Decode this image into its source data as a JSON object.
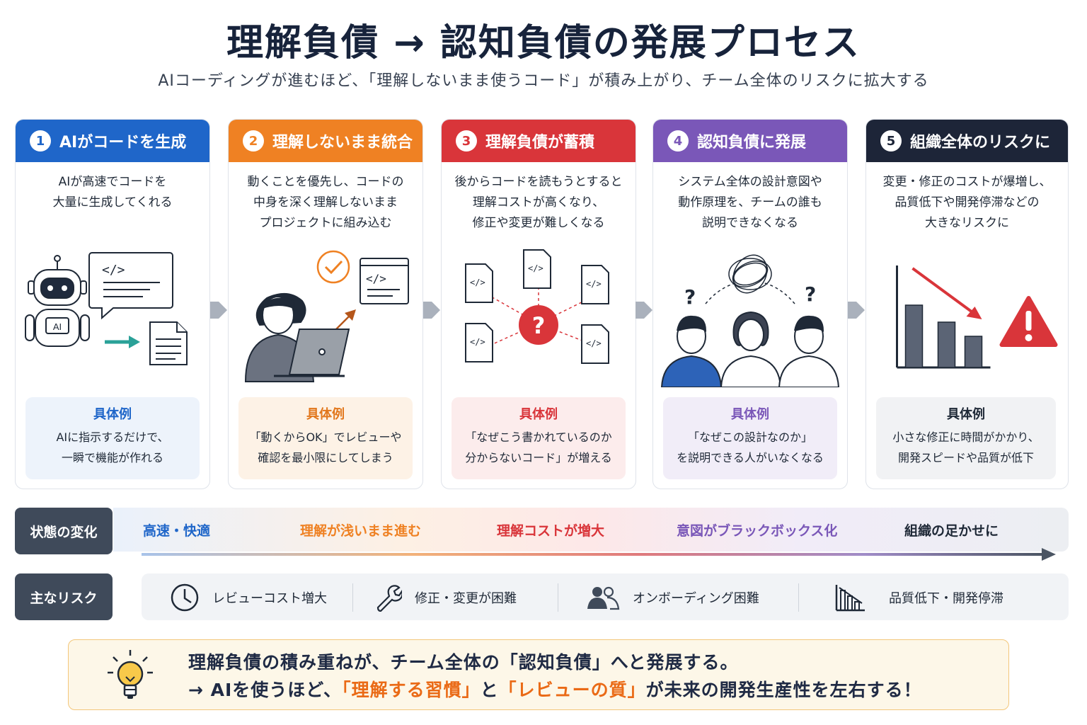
{
  "title": "理解負債 → 認知負債の発展プロセス",
  "subtitle": "AIコーディングが進むほど、「理解しないまま使うコード」が積み上がり、チーム全体のリスクに拡大する",
  "steps": [
    {
      "num": "1",
      "title": "AIがコードを生成",
      "color": "#1f66c9",
      "desc": [
        "AIが高速でコードを",
        "大量に生成してくれる"
      ],
      "example_label": "具体例",
      "example_lines": [
        "AIに指示するだけで、",
        "一瞬で機能が作れる"
      ],
      "example_bg": "#edf3fb",
      "label_color": "#1f66c9",
      "robot_label": "AI"
    },
    {
      "num": "2",
      "title": "理解しないまま統合",
      "color": "#ef8123",
      "desc": [
        "動くことを優先し、コードの",
        "中身を深く理解しないまま",
        "プロジェクトに組み込む"
      ],
      "example_label": "具体例",
      "example_lines": [
        "「動くからOK」でレビューや",
        "確認を最小限にしてしまう"
      ],
      "example_bg": "#fdf2e6",
      "label_color": "#e2771c"
    },
    {
      "num": "3",
      "title": "理解負債が蓄積",
      "color": "#d9353a",
      "desc": [
        "後からコードを読もうとすると",
        "理解コストが高くなり、",
        "修正や変更が難しくなる"
      ],
      "example_label": "具体例",
      "example_lines": [
        "「なぜこう書かれているのか",
        "分からないコード」が増える"
      ],
      "example_bg": "#fcecec",
      "label_color": "#d9353a"
    },
    {
      "num": "4",
      "title": "認知負債に発展",
      "color": "#7a57b8",
      "desc": [
        "システム全体の設計意図や",
        "動作原理を、チームの誰も",
        "説明できなくなる"
      ],
      "example_label": "具体例",
      "example_lines": [
        "「なぜこの設計なのか」",
        "を説明できる人がいなくなる"
      ],
      "example_bg": "#f1edf8",
      "label_color": "#7a57b8"
    },
    {
      "num": "5",
      "title": "組織全体のリスクに",
      "color": "#1d2538",
      "desc": [
        "変更・修正のコストが爆増し、",
        "品質低下や開発停滞などの",
        "大きなリスクに"
      ],
      "example_label": "具体例",
      "example_lines": [
        "小さな修正に時間がかかり、",
        "開発スピードや品質が低下"
      ],
      "example_bg": "#f1f2f4",
      "label_color": "#1f2937"
    }
  ],
  "state_row": {
    "label": "状態の変化",
    "items": [
      {
        "text": "高速・快適",
        "color": "#1f66c9"
      },
      {
        "text": "理解が浅いまま進む",
        "color": "#ef8123"
      },
      {
        "text": "理解コストが増大",
        "color": "#d9353a"
      },
      {
        "text": "意図がブラックボックス化",
        "color": "#7a57b8"
      },
      {
        "text": "組織の足かせに",
        "color": "#1f2937"
      }
    ]
  },
  "risk_row": {
    "label": "主なリスク",
    "items": [
      {
        "text": "レビューコスト増大",
        "icon": "clock-icon"
      },
      {
        "text": "修正・変更が困難",
        "icon": "wrench-icon"
      },
      {
        "text": "オンボーディング困難",
        "icon": "users-icon"
      },
      {
        "text": "品質低下・開発停滞",
        "icon": "declining-chart-icon"
      }
    ]
  },
  "bottom": {
    "line1": "理解負債の積み重ねが、チーム全体の「認知負債」へと発展する。",
    "line2_prefix": "→ AIを使うほど、",
    "line2_hl1": "「理解する習慣」",
    "line2_mid": "と",
    "line2_hl2": "「レビューの質」",
    "line2_suffix": "が未来の開発生産性を左右する！",
    "icon": "lightbulb-icon"
  }
}
